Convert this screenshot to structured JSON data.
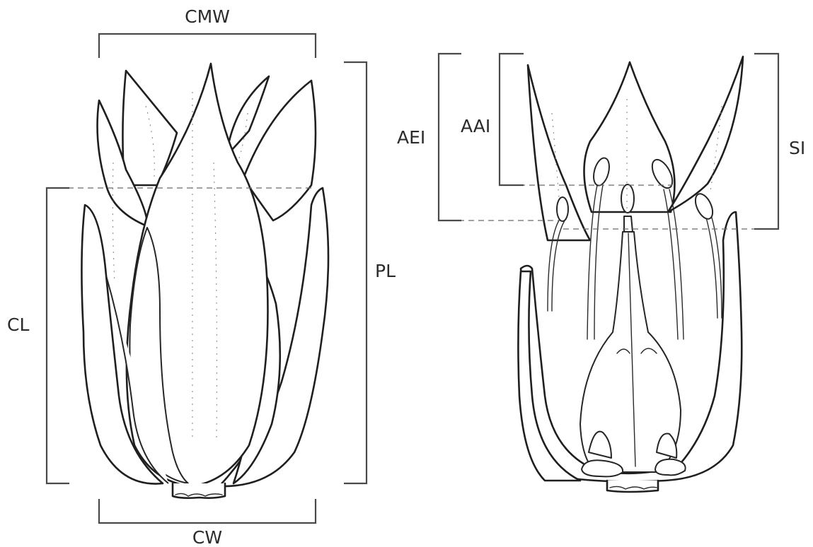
{
  "figure": {
    "left_flower": {
      "labels": {
        "cmw": "CMW",
        "pl": "PL",
        "cl": "CL",
        "cw": "CW"
      }
    },
    "right_flower": {
      "labels": {
        "aei": "AEI",
        "aai": "AAI",
        "si": "SI"
      }
    }
  }
}
